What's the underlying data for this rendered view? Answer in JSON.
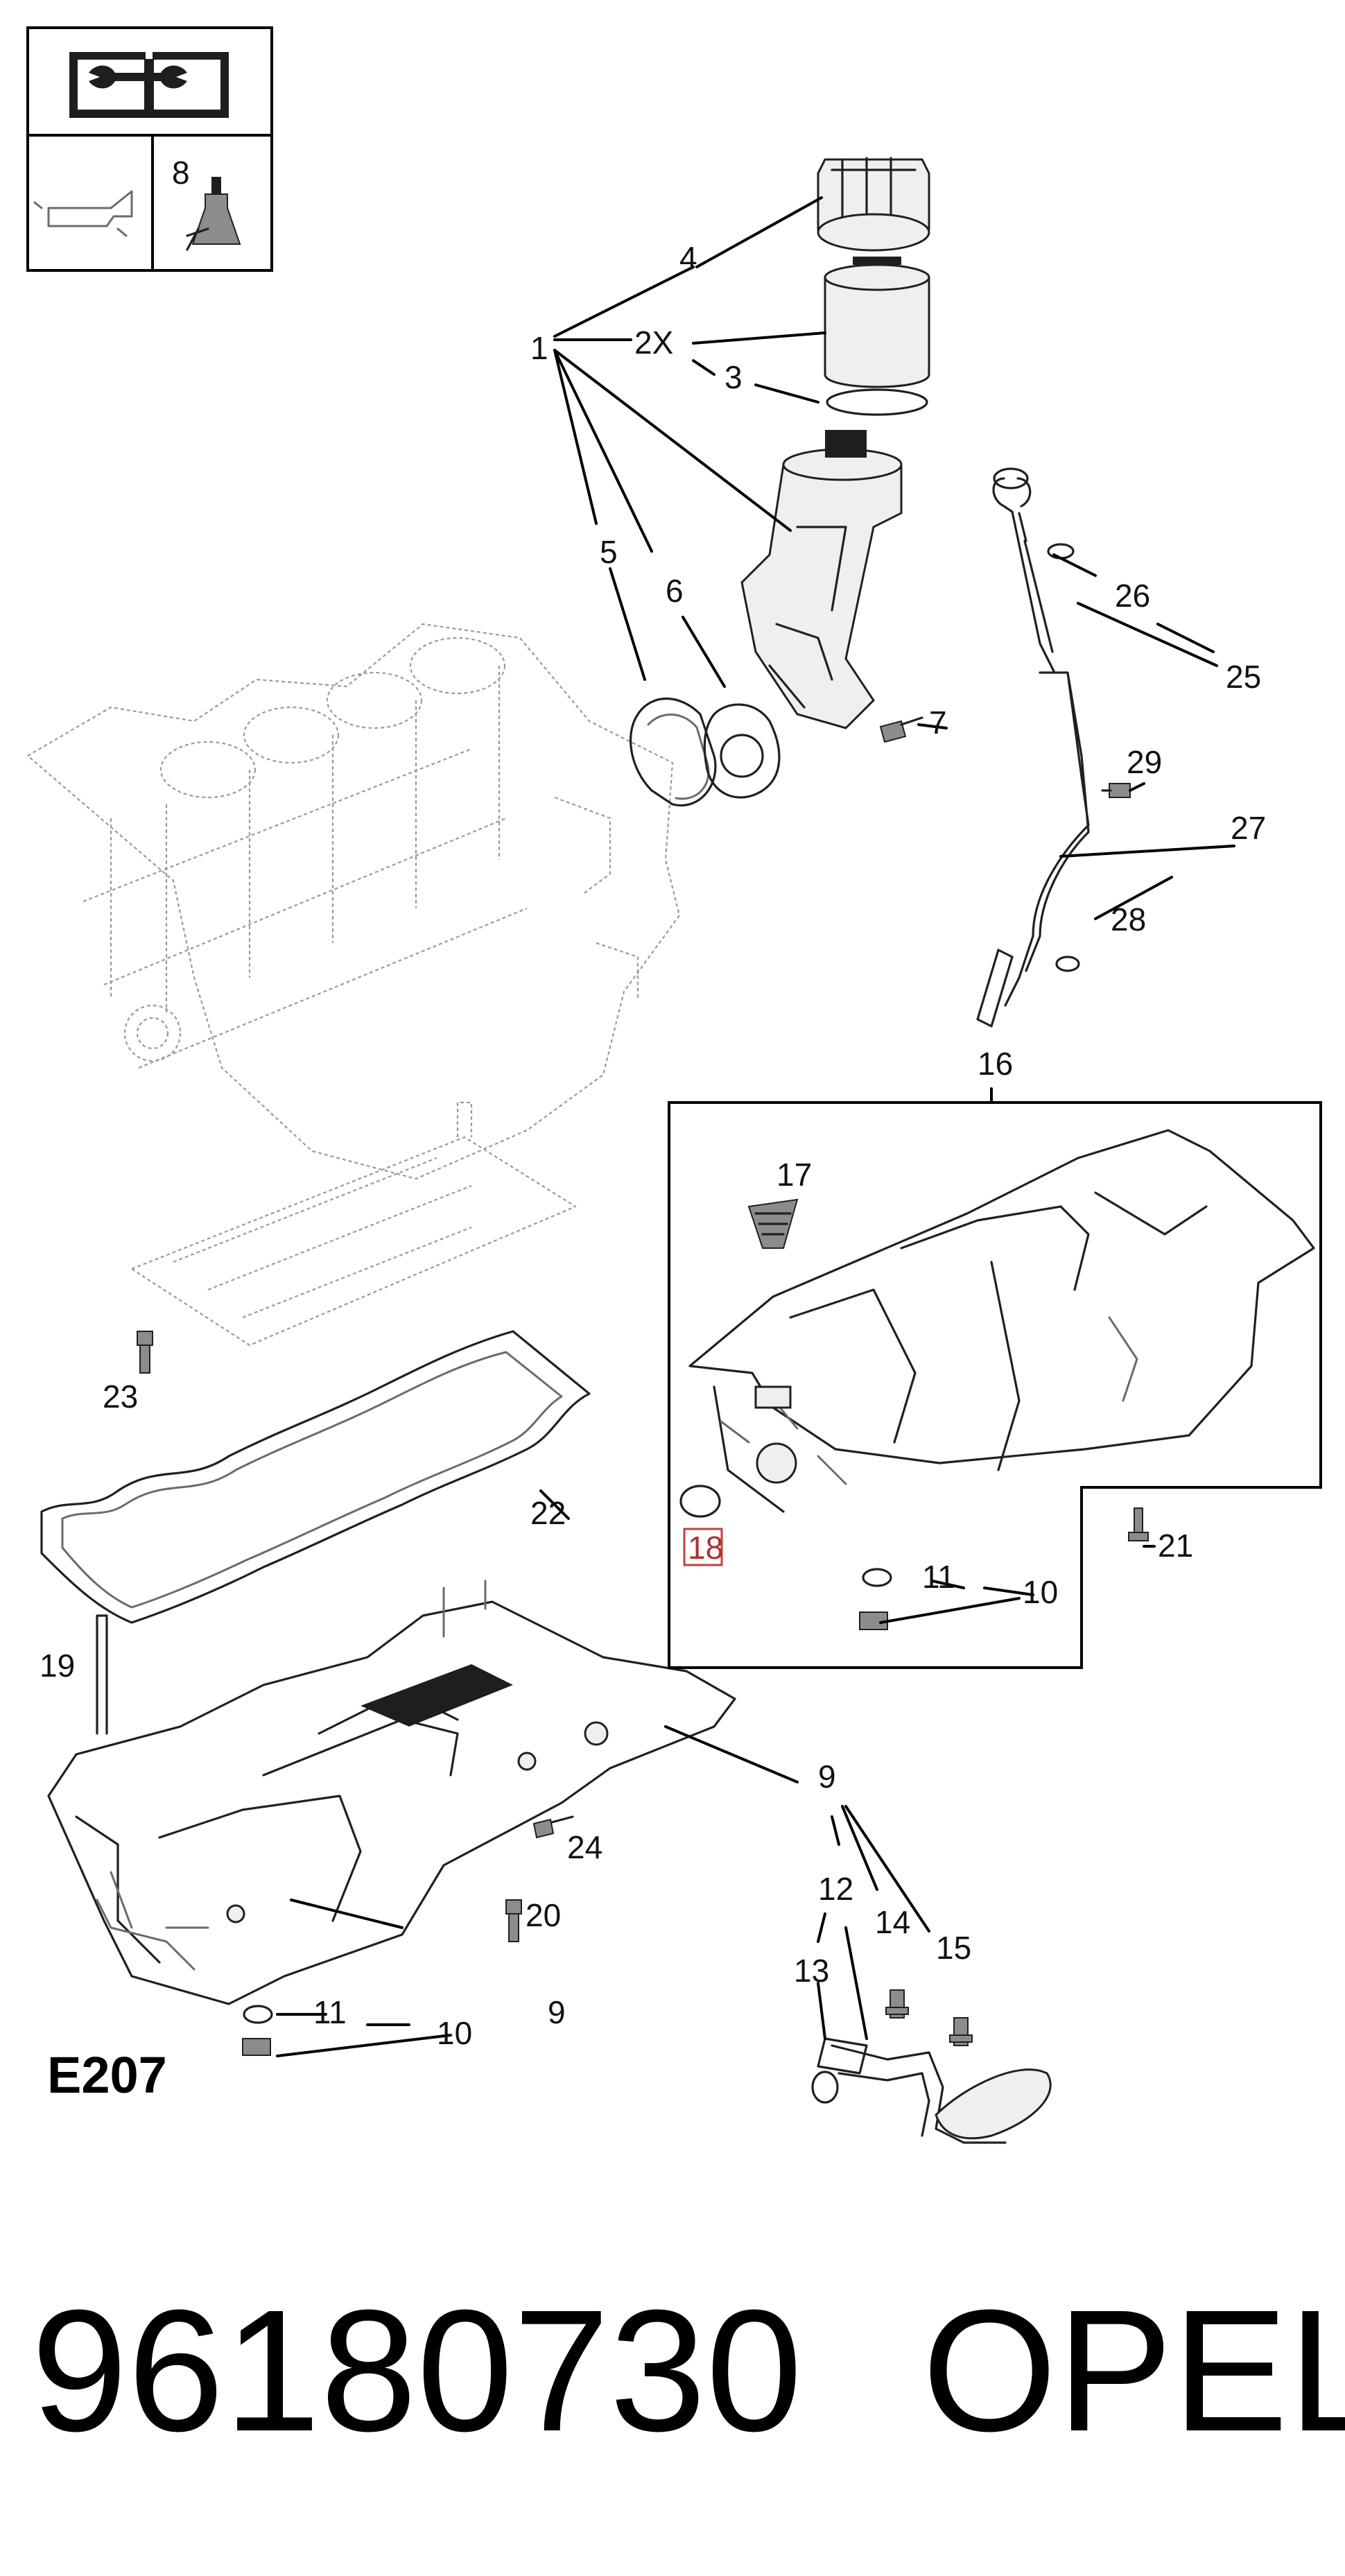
{
  "diagram": {
    "section_code": "E207",
    "part_number": "96180730",
    "brand": "OPEL",
    "legend_box": {
      "icon": "book-wrench-icon",
      "items": [
        {
          "icon": "oil-can-icon",
          "label": ""
        },
        {
          "icon": "sealant-bottle-icon",
          "label": "8"
        }
      ]
    },
    "highlight_color": "#c04040",
    "callouts": [
      {
        "id": "c1",
        "label": "1"
      },
      {
        "id": "c2x",
        "label": "2X"
      },
      {
        "id": "c3",
        "label": "3"
      },
      {
        "id": "c4",
        "label": "4"
      },
      {
        "id": "c5",
        "label": "5"
      },
      {
        "id": "c6",
        "label": "6"
      },
      {
        "id": "c7",
        "label": "7"
      },
      {
        "id": "c9a",
        "label": "9"
      },
      {
        "id": "c9b",
        "label": "9"
      },
      {
        "id": "c10a",
        "label": "10"
      },
      {
        "id": "c10b",
        "label": "10"
      },
      {
        "id": "c11a",
        "label": "11"
      },
      {
        "id": "c11b",
        "label": "11"
      },
      {
        "id": "c12",
        "label": "12"
      },
      {
        "id": "c13",
        "label": "13"
      },
      {
        "id": "c14",
        "label": "14"
      },
      {
        "id": "c15",
        "label": "15"
      },
      {
        "id": "c16",
        "label": "16"
      },
      {
        "id": "c17",
        "label": "17"
      },
      {
        "id": "c18",
        "label": "18",
        "highlighted": true
      },
      {
        "id": "c19",
        "label": "19"
      },
      {
        "id": "c20",
        "label": "20"
      },
      {
        "id": "c21",
        "label": "21"
      },
      {
        "id": "c22",
        "label": "22"
      },
      {
        "id": "c23",
        "label": "23"
      },
      {
        "id": "c24",
        "label": "24"
      },
      {
        "id": "c25",
        "label": "25"
      },
      {
        "id": "c26",
        "label": "26"
      },
      {
        "id": "c27",
        "label": "27"
      },
      {
        "id": "c28",
        "label": "28"
      },
      {
        "id": "c29",
        "label": "29"
      }
    ]
  }
}
